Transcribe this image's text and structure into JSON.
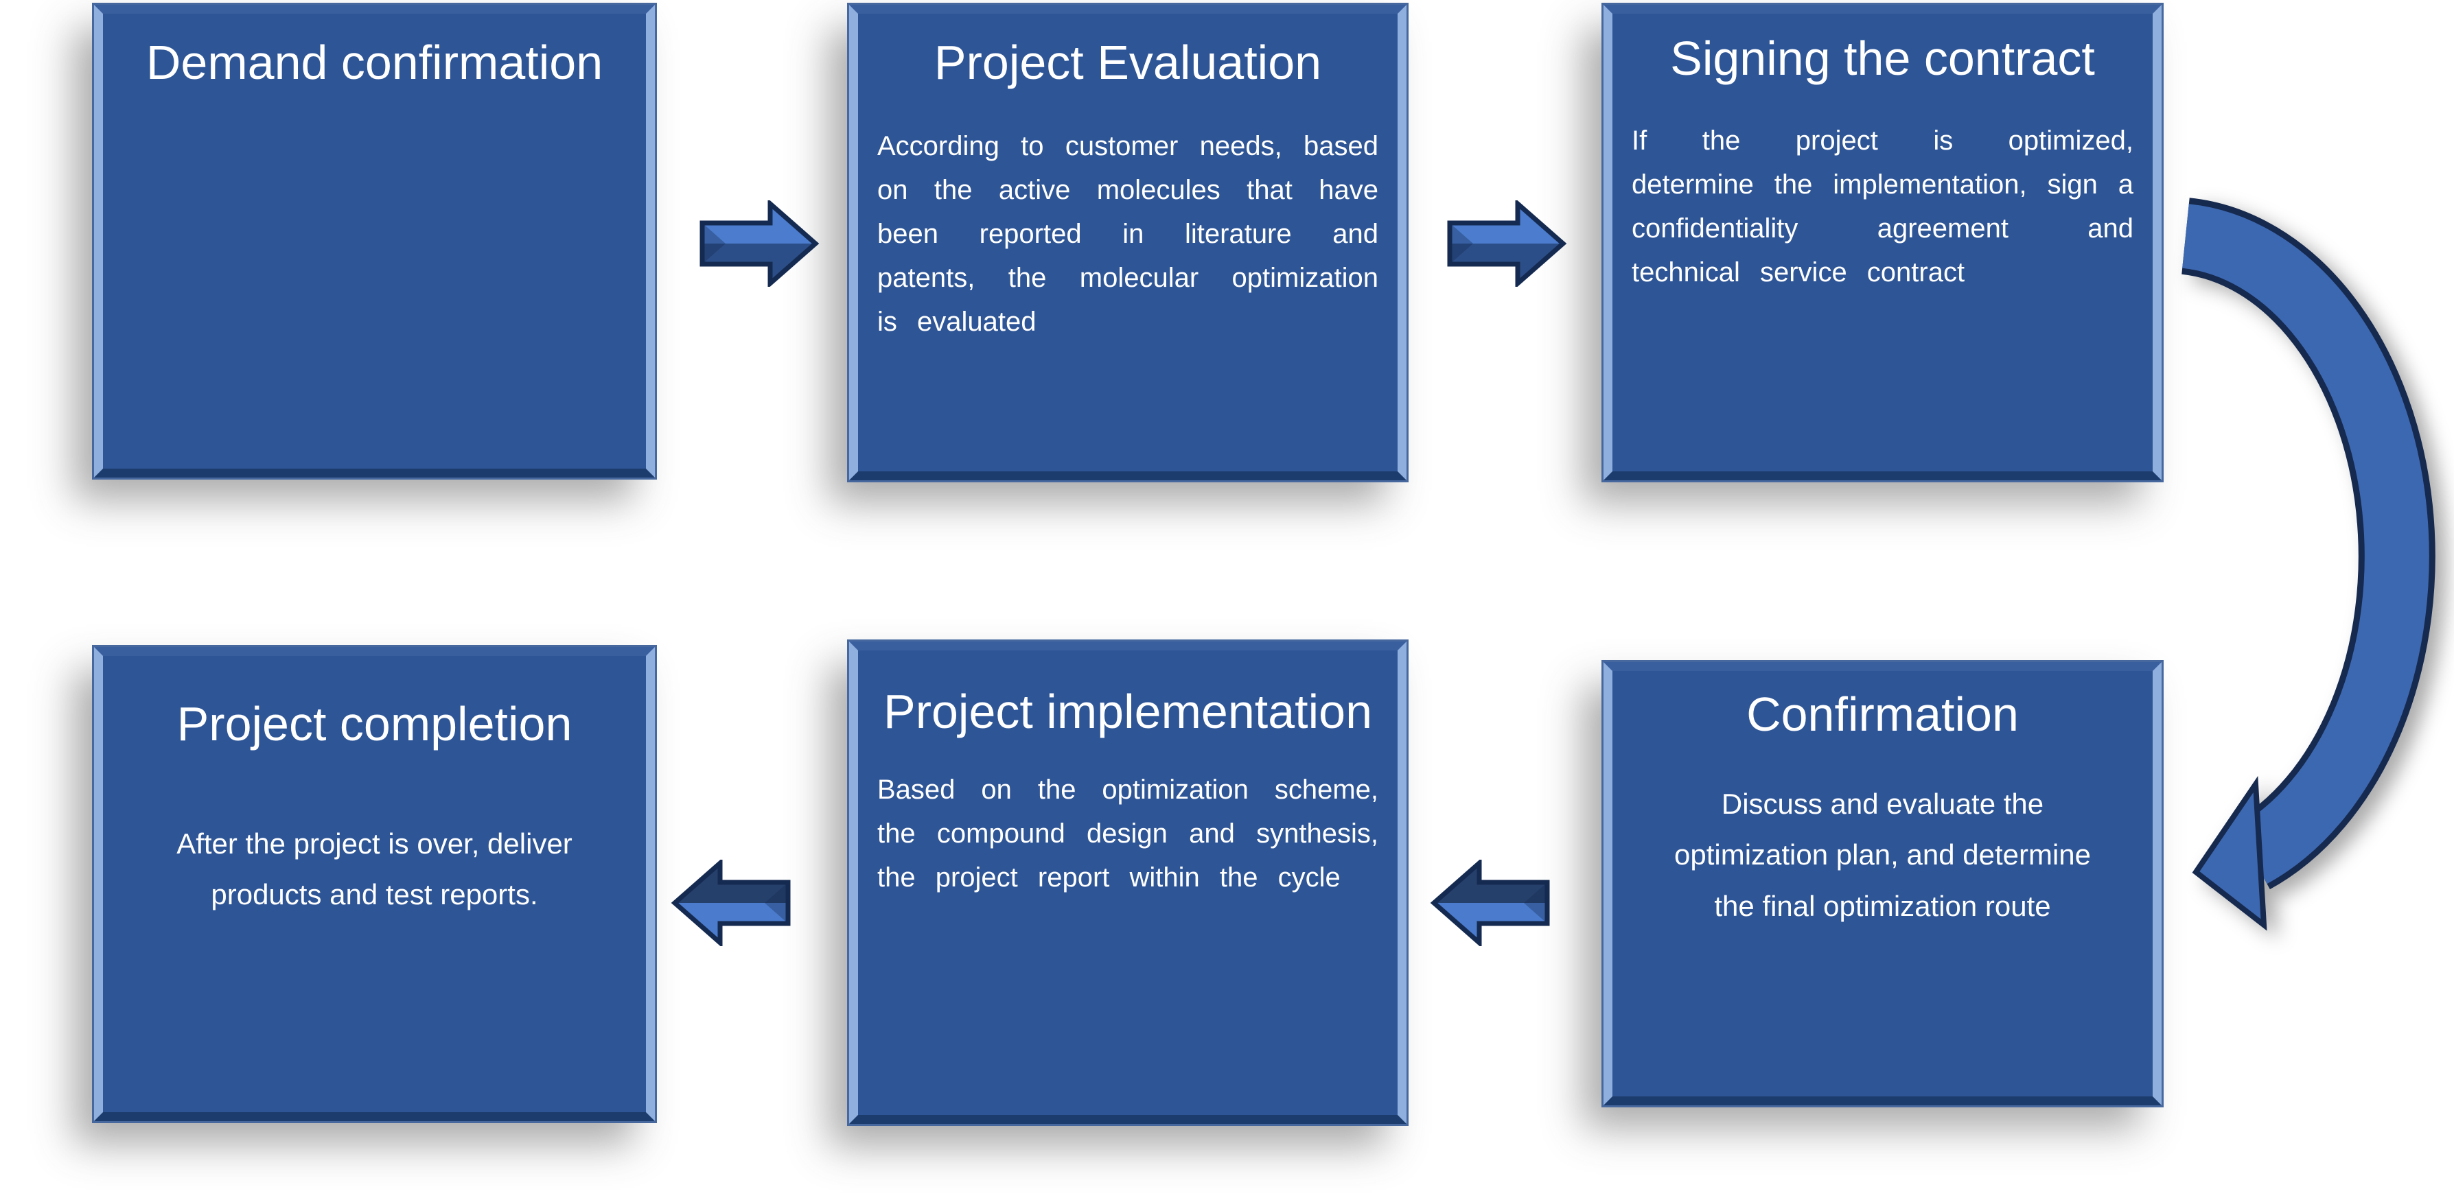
{
  "diagram": {
    "boxes": [
      {
        "id": "demand-confirmation",
        "title": "Demand confirmation",
        "body": ""
      },
      {
        "id": "project-evaluation",
        "title": "Project Evaluation",
        "body": "According to customer needs, based on the active molecules that have been reported in literature and patents, the molecular optimization is evaluated"
      },
      {
        "id": "signing-the-contract",
        "title": "Signing the contract",
        "body": "If the project is optimized, determine the implementation, sign a confidentiality agreement and technical service contract"
      },
      {
        "id": "project-completion",
        "title": "Project completion",
        "body": "After the project is over, deliver products and test reports."
      },
      {
        "id": "project-implementation",
        "title": "Project implementation",
        "body": "Based on the optimization scheme, the compound design and synthesis, the project report within the cycle"
      },
      {
        "id": "confirmation",
        "title": "Confirmation",
        "body": "Discuss and evaluate the optimization plan, and determine the final optimization route"
      }
    ],
    "arrows": [
      {
        "id": "arrow-demand-to-evaluation",
        "direction": "right"
      },
      {
        "id": "arrow-evaluation-to-signing",
        "direction": "right"
      },
      {
        "id": "arrow-signing-to-confirmation",
        "direction": "curved-down-left"
      },
      {
        "id": "arrow-confirmation-to-implementation",
        "direction": "left"
      },
      {
        "id": "arrow-implementation-to-completion",
        "direction": "left"
      }
    ],
    "colors": {
      "box_fill": "#2e5596",
      "box_highlight_edge": "#8fafdf",
      "box_dark_edge": "#1d3c6e",
      "arrow_light": "#4b7ccd",
      "arrow_dark": "#2c4e88",
      "arrow_outline": "#152a50",
      "curved_arrow": "#3c68b1",
      "text": "#ffffff"
    }
  }
}
